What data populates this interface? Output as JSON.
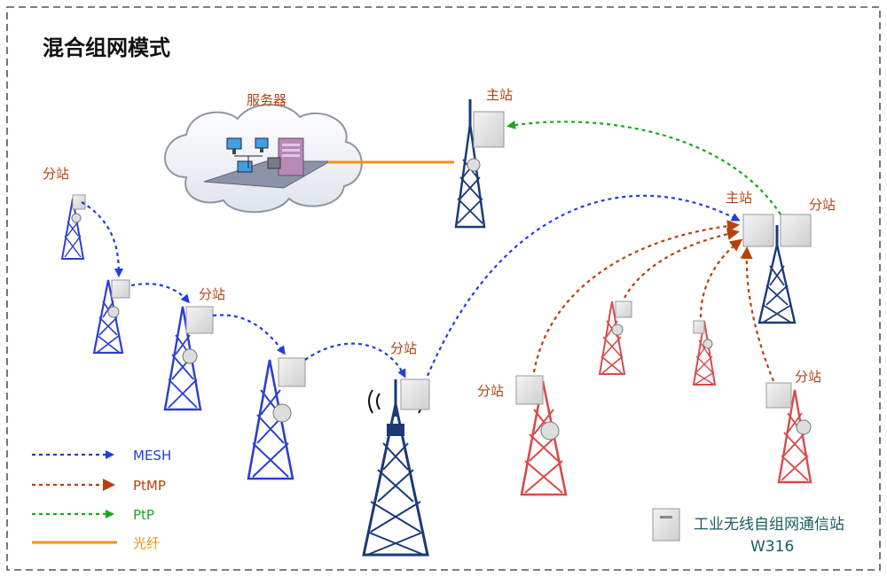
{
  "title": "混合组网模式",
  "labels": {
    "server": "服务器",
    "main_station_top": "主站",
    "main_station_right": "主站",
    "sub_station_left_top": "分站",
    "sub_station_blue_2": "分站",
    "sub_station_center": "分站",
    "sub_station_right_top": "分站",
    "sub_station_red_left": "分站",
    "sub_station_red_right": "分站"
  },
  "legend": {
    "mesh": "MESH",
    "ptmp": "PtMP",
    "ptp": "PtP",
    "fiber": "光纤"
  },
  "product": {
    "name": "工业无线自组网通信站",
    "model": "W316"
  },
  "colors": {
    "mesh": "#1f3fe0",
    "ptmp": "#b5420e",
    "ptp": "#1aa81a",
    "fiber": "#f39214",
    "label_orange": "#b5420e",
    "tower_blue": "#2b3fd0",
    "tower_navy": "#1a3a78",
    "tower_red": "#d94a4a",
    "product_text": "#1b5d63"
  }
}
